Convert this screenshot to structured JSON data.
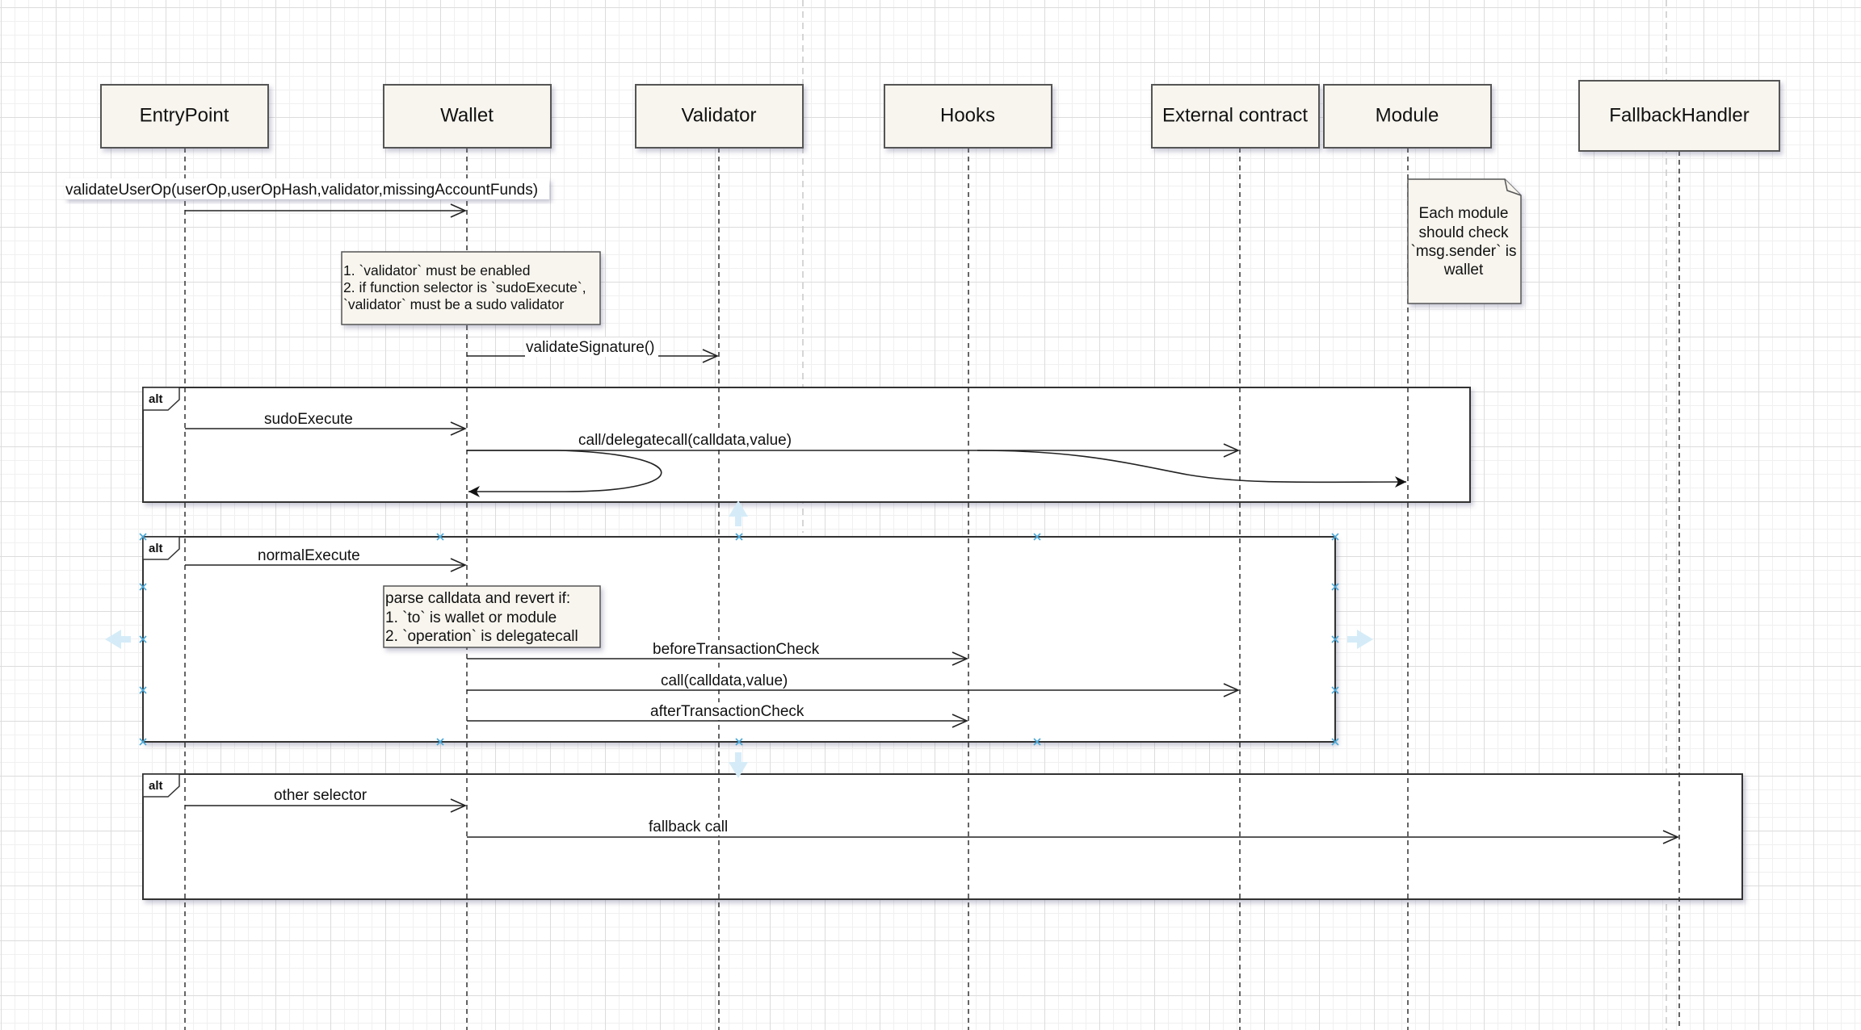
{
  "diagram": {
    "type": "sequence",
    "actors": [
      {
        "id": "entrypoint",
        "label": "EntryPoint"
      },
      {
        "id": "wallet",
        "label": "Wallet"
      },
      {
        "id": "validator",
        "label": "Validator"
      },
      {
        "id": "hooks",
        "label": "Hooks"
      },
      {
        "id": "external",
        "label": "External contract"
      },
      {
        "id": "module",
        "label": "Module"
      },
      {
        "id": "fallback",
        "label": "FallbackHandler"
      }
    ],
    "messages": [
      {
        "id": "m0",
        "from": "entrypoint",
        "to": "wallet",
        "label": "validateUserOp(userOp,userOpHash,validator,missingAccountFunds)"
      },
      {
        "id": "m1",
        "from": "wallet",
        "to": "validator",
        "label": "validateSignature()"
      },
      {
        "id": "m2",
        "from": "entrypoint",
        "to": "wallet",
        "label": "sudoExecute"
      },
      {
        "id": "m3",
        "from": "wallet",
        "to": "external",
        "label": "call/delegatecall(calldata,value)"
      },
      {
        "id": "m4",
        "from": "wallet",
        "to": "module",
        "label": ""
      },
      {
        "id": "m5",
        "from": "wallet",
        "to": "wallet",
        "label": ""
      },
      {
        "id": "m6",
        "from": "entrypoint",
        "to": "wallet",
        "label": "normalExecute"
      },
      {
        "id": "m7",
        "from": "wallet",
        "to": "hooks",
        "label": "beforeTransactionCheck"
      },
      {
        "id": "m8",
        "from": "wallet",
        "to": "external",
        "label": "call(calldata,value)"
      },
      {
        "id": "m9",
        "from": "wallet",
        "to": "hooks",
        "label": "afterTransactionCheck"
      },
      {
        "id": "m10",
        "from": "entrypoint",
        "to": "wallet",
        "label": "other selector"
      },
      {
        "id": "m11",
        "from": "wallet",
        "to": "fallback",
        "label": "fallback call"
      }
    ],
    "notes": {
      "validator_rules": [
        "1. `validator` must be enabled",
        "2. if function selector is `sudoExecute`,",
        "`validator` must be a sudo validator"
      ],
      "module_check": [
        "Each module",
        "should check",
        "`msg.sender` is",
        "wallet"
      ],
      "parse_calldata": [
        "parse calldata and revert if:",
        "1. `to` is wallet or module",
        "2. `operation` is delegatecall"
      ]
    },
    "frames": [
      {
        "id": "alt-sudo",
        "label": "alt"
      },
      {
        "id": "alt-normal",
        "label": "alt",
        "selected": true
      },
      {
        "id": "alt-other",
        "label": "alt"
      }
    ]
  }
}
